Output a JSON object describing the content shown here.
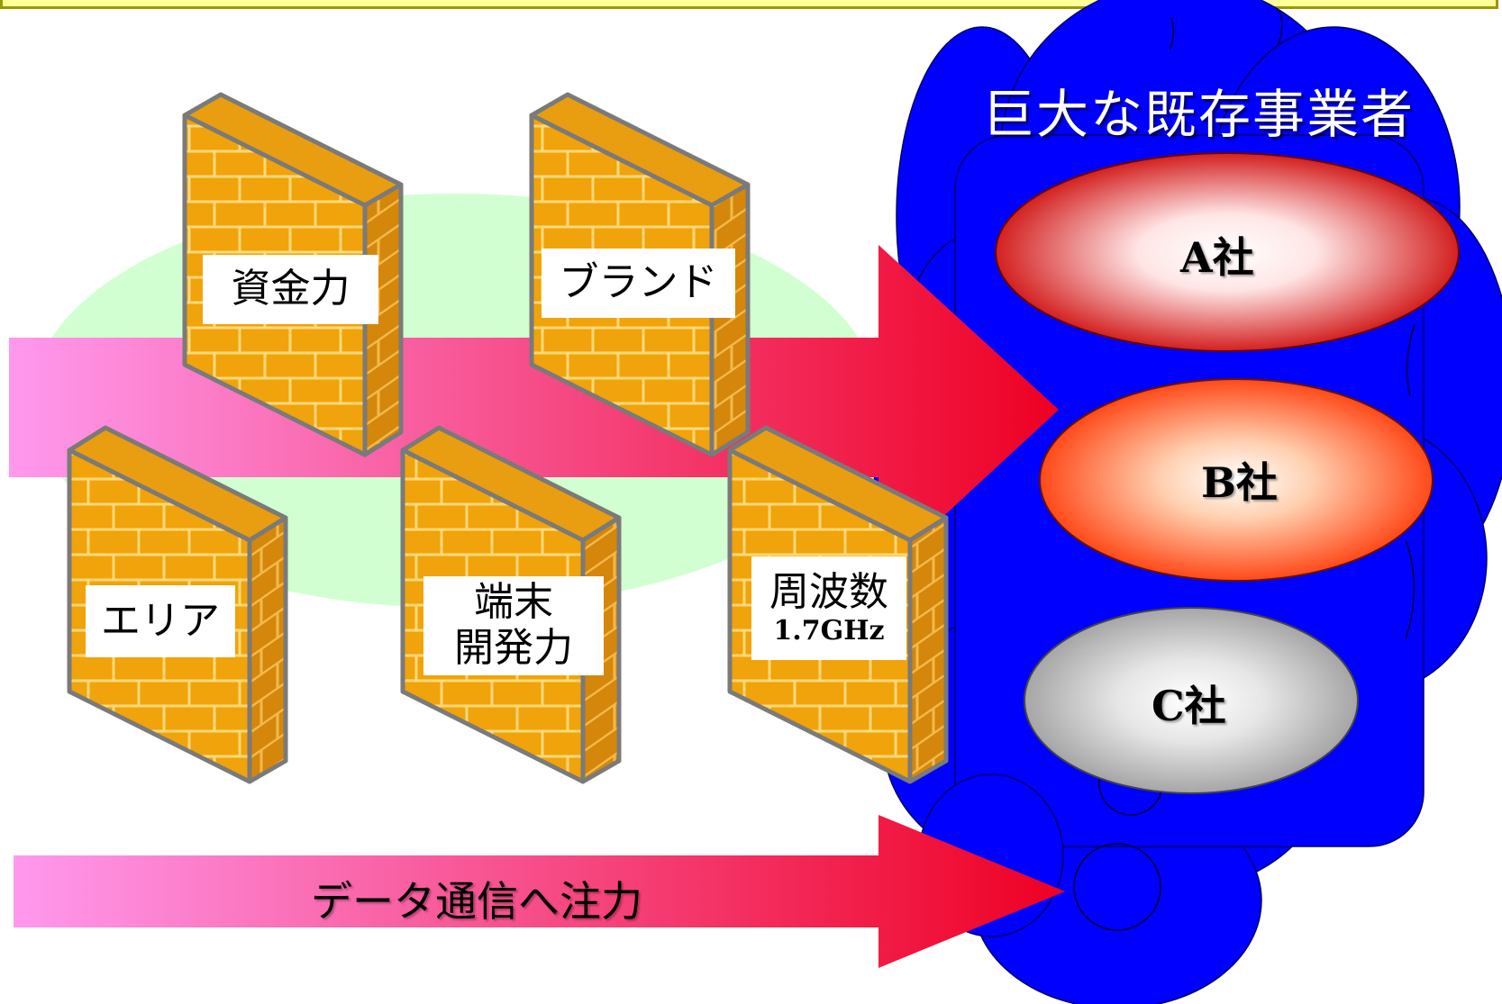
{
  "cloud": {
    "title": "巨大な既存事業者"
  },
  "companies": [
    {
      "label": "A社",
      "color": "#cc0000"
    },
    {
      "label": "B社",
      "color": "#ff3300"
    },
    {
      "label": "C社",
      "color": "#999999"
    }
  ],
  "walls": {
    "capital": "資金力",
    "brand": "ブランド",
    "area": "エリア",
    "device_line1": "端末",
    "device_line2": "開発力",
    "freq_line1": "周波数",
    "freq_line2": "1.7GHz"
  },
  "arrows": {
    "bottom_label": "データ通信へ注力"
  },
  "colors": {
    "cloud": "#0000ff",
    "arrow_start": "#ff99ee",
    "arrow_end": "#ee0022",
    "brick": "#f0a30a",
    "ellipse": "#ccffcc"
  }
}
